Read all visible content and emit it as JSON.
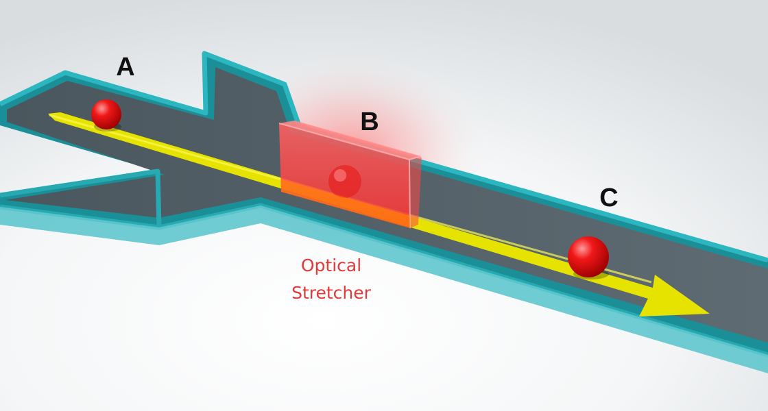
{
  "labels": {
    "a": "A",
    "b": "B",
    "c": "C",
    "caption_line1": "Optical",
    "caption_line2": "Stretcher"
  },
  "colors": {
    "channel_wall": "#1f9ea7",
    "channel_floor": "#55626a",
    "flow_arrow": "#e6e300",
    "particle": "#e20a0a",
    "stretcher_box": "#ff3b3b",
    "caption": "#e23a3a",
    "letters": "#111111"
  },
  "icons": {
    "flow": "flow-direction-arrow",
    "particle": "cell-sphere"
  }
}
